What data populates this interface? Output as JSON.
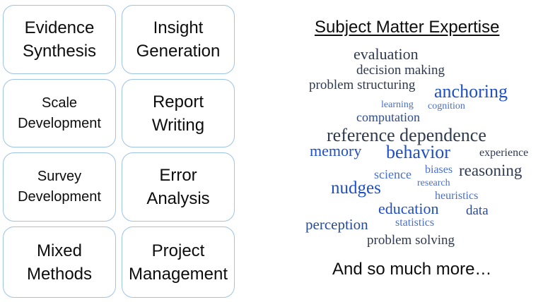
{
  "cards": [
    "Evidence\nSynthesis",
    "Insight\nGeneration",
    "Scale\nDevelopment",
    "Report\nWriting",
    "Survey\nDevelopment",
    "Error\nAnalysis",
    "Mixed\nMethods",
    "Project\nManagement"
  ],
  "heading": "Subject Matter Expertise",
  "word_cloud": [
    "evaluation",
    "decision making",
    "problem structuring",
    "anchoring",
    "learning",
    "cognition",
    "computation",
    "reference dependence",
    "memory",
    "behavior",
    "experience",
    "science",
    "biases",
    "reasoning",
    "nudges",
    "research",
    "heuristics",
    "education",
    "data",
    "perception",
    "statistics",
    "problem solving"
  ],
  "footer": "And so much more…",
  "colors": {
    "card_border": "#9dc3e6",
    "word_gray": "#2f3a4f",
    "word_navy": "#2a4b94",
    "word_blue": "#1f4fc4",
    "word_light_blue": "#4a6fc8"
  }
}
